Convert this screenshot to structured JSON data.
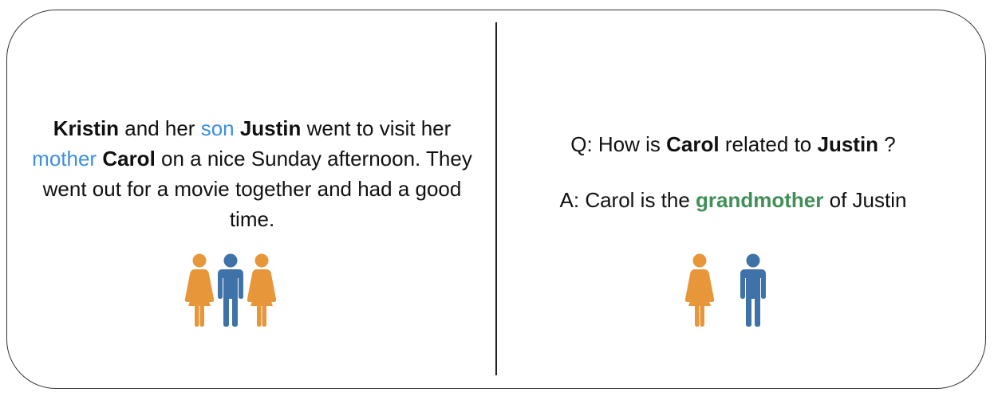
{
  "story": {
    "name1": "Kristin",
    "t1": " and her ",
    "rel1": "son",
    "t2": " ",
    "name2": "Justin",
    "t3": " went to visit her ",
    "rel2": "mother",
    "t4": " ",
    "name3": "Carol",
    "t5": " on a nice Sunday afternoon. They went out for a movie together and had a good time."
  },
  "question": {
    "prefix": "Q: How is ",
    "name_a": "Carol",
    "middle": " related to ",
    "name_b": "Justin",
    "suffix": " ?"
  },
  "answer": {
    "prefix": "A: Carol is the ",
    "relation": "grandmother",
    "suffix": " of Justin"
  },
  "colors": {
    "female_figure": "#e8963a",
    "male_figure": "#3e72a8",
    "story_relation": "#3d8fe0",
    "answer_relation": "#3f8f56"
  },
  "icons": {
    "story": [
      "female-figure-icon",
      "male-figure-icon",
      "female-figure-icon"
    ],
    "answer": [
      "female-figure-icon",
      "male-figure-icon"
    ]
  }
}
